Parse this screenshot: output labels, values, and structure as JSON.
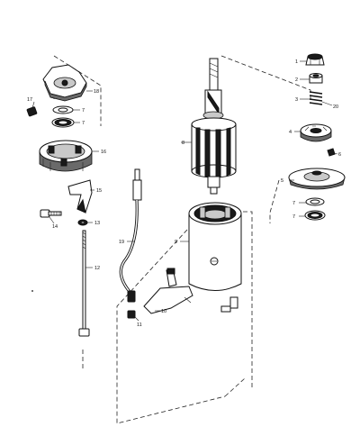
{
  "callouts": {
    "c1": "1",
    "c2": "2",
    "c3": "3",
    "c4": "4",
    "c5": "5",
    "c6": "6",
    "c7a": "7",
    "c7b": "7",
    "c7c": "7",
    "c7d": "7",
    "c8": "8",
    "c9": "9",
    "c10": "10",
    "c11": "11",
    "c12": "12",
    "c13": "13",
    "c14": "14",
    "c15": "15",
    "c16": "16",
    "c17": "17",
    "c18": "18",
    "c19": "19",
    "c20": "20"
  }
}
